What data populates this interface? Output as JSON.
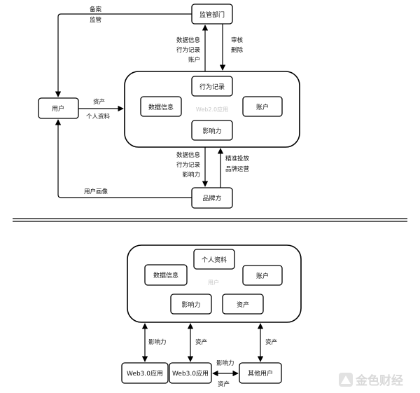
{
  "top": {
    "center_label": "Web2.0应用",
    "nodes": {
      "regulator": "监管部门",
      "user": "用户",
      "brand": "品牌方",
      "data_info": "数据信息",
      "behavior": "行为记录",
      "account": "账户",
      "influence": "影响力"
    },
    "edges": {
      "filing_supervision": [
        "备案",
        "监管"
      ],
      "to_regulator": [
        "数据信息",
        "行为记录",
        "账户"
      ],
      "review_delete": [
        "审核",
        "删除"
      ],
      "user_to_app": [
        "资产",
        "个人资料"
      ],
      "to_brand": [
        "数据信息",
        "行为记录",
        "影响力"
      ],
      "precise_ads": [
        "精准投放",
        "品牌运营"
      ],
      "user_profile": "用户画像"
    }
  },
  "bottom": {
    "center_label": "用户",
    "nodes": {
      "personal_info": "个人资料",
      "data_info": "数据信息",
      "account": "账户",
      "influence": "影响力",
      "assets": "资产",
      "web3_app_1": "Web3.0应用",
      "web3_app_2": "Web3.0应用",
      "other_users": "其他用户"
    },
    "edges": {
      "influence_down": "影响力",
      "assets_down": "资产",
      "assets_other": "资产",
      "influence_h": "影响力",
      "assets_h": "资产"
    }
  },
  "watermark": {
    "text": "金色财经",
    "icon": "jinse-logo-icon",
    "color": "#d9d9d9"
  }
}
